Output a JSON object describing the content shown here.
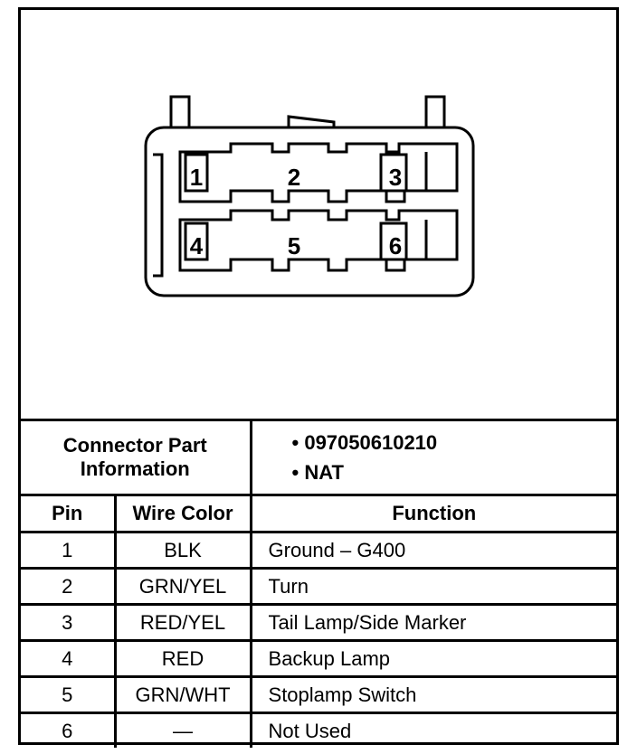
{
  "connector": {
    "pins_top": [
      "1",
      "2",
      "3"
    ],
    "pins_bottom": [
      "4",
      "5",
      "6"
    ]
  },
  "part_info": {
    "label_line1": "Connector Part",
    "label_line2": "Information",
    "items": [
      "• 097050610210",
      "• NAT"
    ]
  },
  "table": {
    "headers": [
      "Pin",
      "Wire Color",
      "Function"
    ],
    "rows": [
      [
        "1",
        "BLK",
        "Ground – G400"
      ],
      [
        "2",
        "GRN/YEL",
        "Turn"
      ],
      [
        "3",
        "RED/YEL",
        "Tail Lamp/Side Marker"
      ],
      [
        "4",
        "RED",
        "Backup Lamp"
      ],
      [
        "5",
        "GRN/WHT",
        "Stoplamp Switch"
      ],
      [
        "6",
        "—",
        "Not Used"
      ]
    ]
  }
}
